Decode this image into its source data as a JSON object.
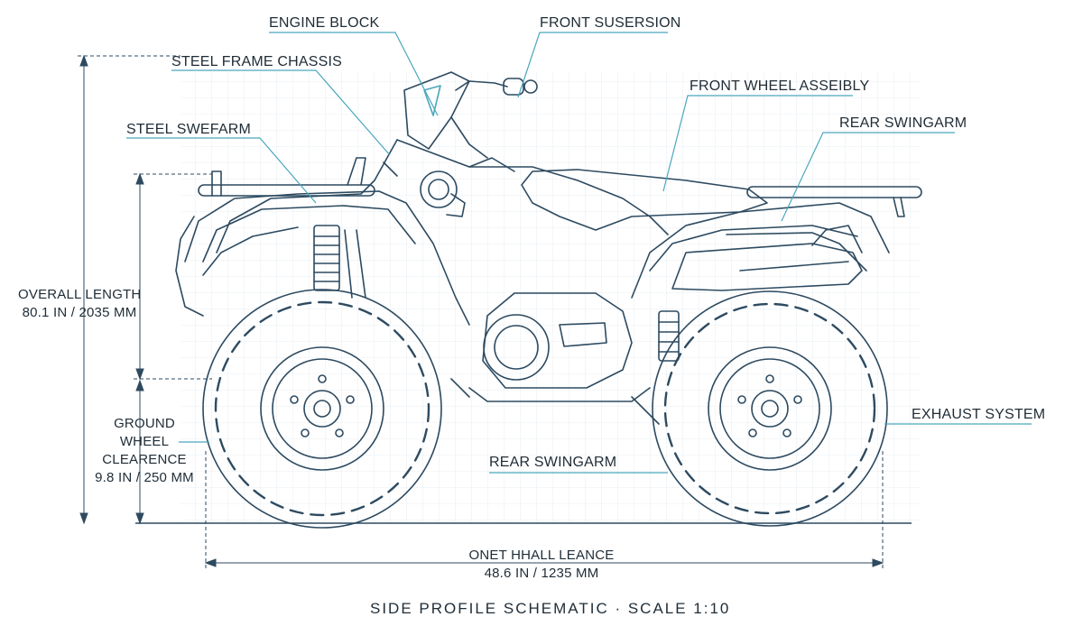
{
  "callouts": {
    "engine_block": "ENGINE BLOCK",
    "front_suspension": "FRONT SUSERSION",
    "steel_frame_chassis": "STEEL FRAME CHASSIS",
    "front_wheel_assembly": "FRONT WHEEL ASSEIBLY",
    "steel_swingarm": "STEEL SWEFARM",
    "rear_swingarm_top": "REAR SWINGARM",
    "exhaust_system": "EXHAUST SYSTEM",
    "rear_swingarm_bottom": "REAR SWINGARM"
  },
  "dimensions": {
    "overall_length": {
      "title": "OVERALL LENGTH",
      "value": "80.1 IN / 2035 MM"
    },
    "ground_clearance": {
      "line1": "GROUND",
      "line2": "WHEEL",
      "line3": "CLEARENCE",
      "value": "9.8 IN / 250 MM"
    },
    "wheelbase": {
      "title": "ONET HHALL LEANCE",
      "value": "48.6 IN / 1235 MM"
    }
  },
  "footer": "SIDE PROFILE SCHEMATIC · SCALE 1:10",
  "colors": {
    "line": "#2d4a60",
    "accent": "#4aa7bd",
    "grid": "#dde7ee",
    "text": "#1f2c36"
  }
}
